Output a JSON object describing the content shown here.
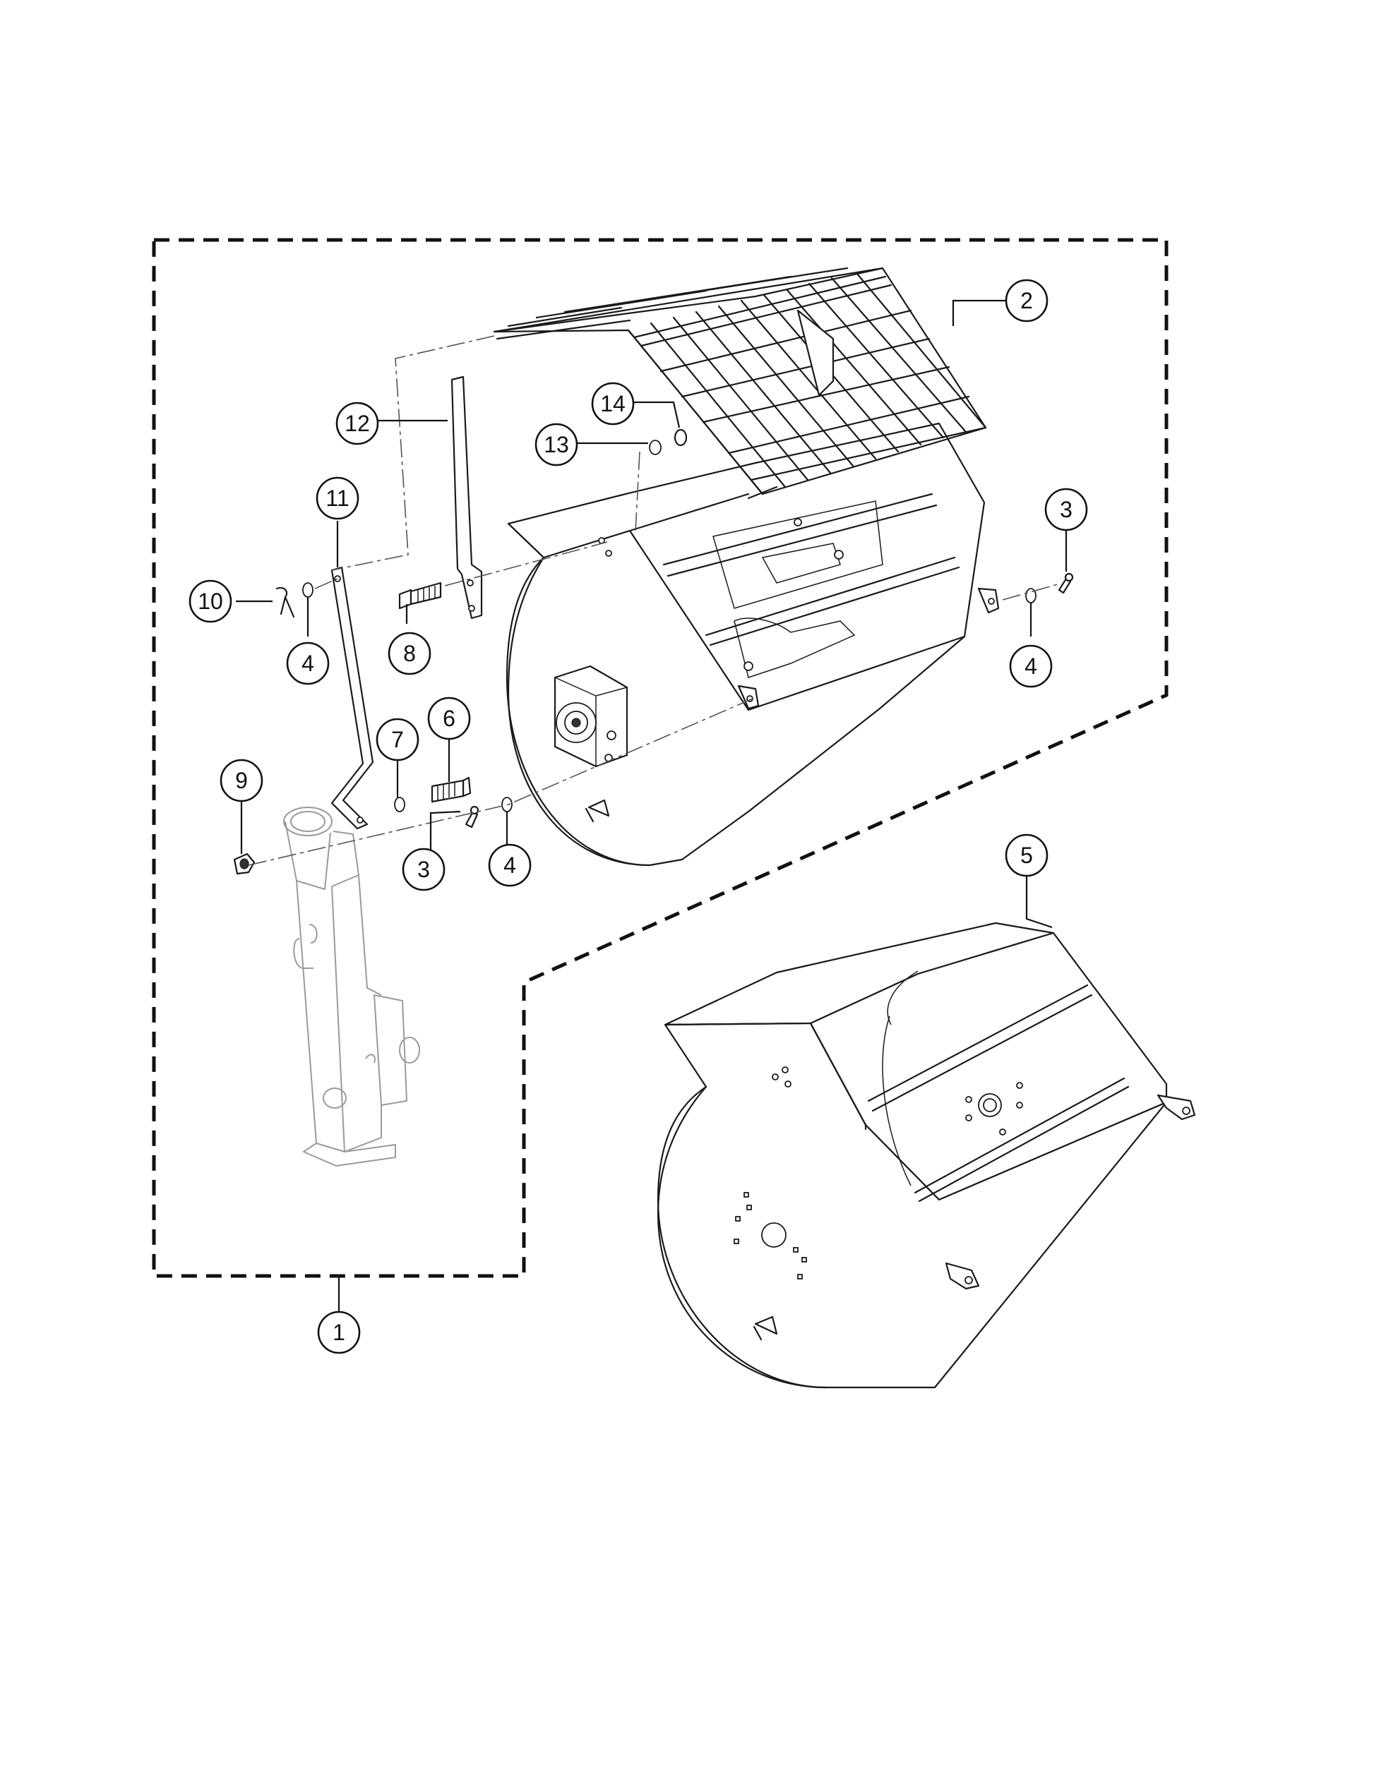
{
  "callouts": [
    {
      "id": "item-1",
      "label": "1"
    },
    {
      "id": "item-2",
      "label": "2"
    },
    {
      "id": "item-3-right",
      "label": "3"
    },
    {
      "id": "item-3-lower",
      "label": "3"
    },
    {
      "id": "item-4-right",
      "label": "4"
    },
    {
      "id": "item-4-left",
      "label": "4"
    },
    {
      "id": "item-4-lower",
      "label": "4"
    },
    {
      "id": "item-5",
      "label": "5"
    },
    {
      "id": "item-6",
      "label": "6"
    },
    {
      "id": "item-7",
      "label": "7"
    },
    {
      "id": "item-8",
      "label": "8"
    },
    {
      "id": "item-9",
      "label": "9"
    },
    {
      "id": "item-10",
      "label": "10"
    },
    {
      "id": "item-11",
      "label": "11"
    },
    {
      "id": "item-12",
      "label": "12"
    },
    {
      "id": "item-13",
      "label": "13"
    },
    {
      "id": "item-14",
      "label": "14"
    }
  ]
}
